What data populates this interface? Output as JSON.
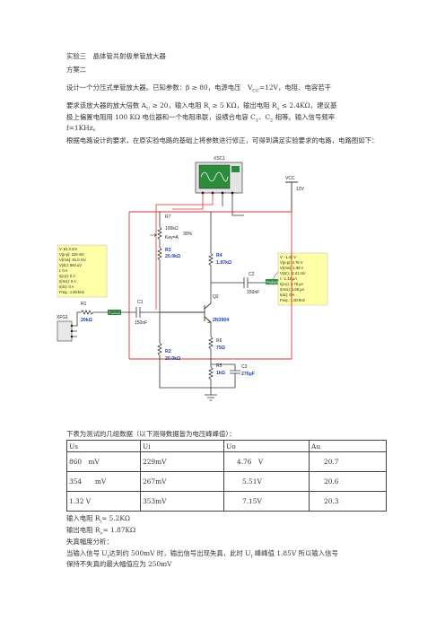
{
  "title": "实验三　晶体管共射极单管放大器",
  "subtitle": "方案二",
  "paragraph1": {
    "line1": "设计一个分压式单管放大器。已知参数：β ≥ 80，电源电压　V",
    "line1_sub": "CC",
    "line1_tail": "=12V，电阻、电容若干",
    "line2": "要求该放大器的放大倍数 A",
    "line2_sub": "U",
    "line2_mid1": " ≥ 20，输入电阻 R",
    "line2_sub2": "i",
    "line2_mid2": " ≥ 5 KΩ，输出电阻 R",
    "line2_sub3": "o",
    "line2_tail": " ≤ 2.4KΩ，建议基",
    "line3": "极上偏置电阻用 100 KΩ 电位器和一个电阻串联，设横合电容 C",
    "line3_sub1": "1",
    "line3_mid": "、C",
    "line3_sub2": "2",
    "line3_tail": " 相等。输入信号频率",
    "line4": "f=1KHz。"
  },
  "paragraph2": "根据电路设计的要求，在原实验电路的基础上将参数进行修正，可得到满足实验要求的电路，电路图如下：",
  "circuit": {
    "xsc_label": "XSC1",
    "xfg_label": "XFG1",
    "vcc_label": "VCC",
    "vcc_value": "12V",
    "r7_name": "R7",
    "r7_value": "100kΩ",
    "r7_key": "Key=A",
    "r7_percent": "30%",
    "r3_name": "R3",
    "r3_value": "20.0kΩ",
    "r4_name": "R4",
    "r4_value": "1.87kΩ",
    "c2_name": "C2",
    "c2_value": "150nF",
    "q_name": "Q2",
    "q_model": "2N3904",
    "r1_name": "R1",
    "r1_value": "20kΩ",
    "c1_name": "C1",
    "c1_value": "150nF",
    "r2_name": "R2",
    "r2_value": "20.0kΩ",
    "r6_name": "R6",
    "r6_value": "75Ω",
    "r5_name": "R5",
    "r5_value": "1kΩ",
    "c3_name": "C3",
    "c3_value": "270μF",
    "probe1_label": "Probe2",
    "probe2_label": "Probe1",
    "probe_left_lines": [
      "V: 81.3 mV",
      "V(p-p): 229 mV",
      "V(rms): 81.0 mV",
      "V(dc): 864 uV",
      "I: 0 A",
      "I(p-p): 0 A",
      "I(rms): 0 A",
      "I(dc): 0 A",
      "Freq.: 1.00 kHz"
    ],
    "probe_right_lines": [
      "V: -1.42 V",
      "V(p-p): 4.76 V",
      "V(rms): 1.69 V",
      "V(dc): -2.41 mV",
      "I: -1.42 μA",
      "I(p-p): 4.76 μA",
      "I(rms): 1.69 μA",
      "I(dc): 0 A",
      "Freq.: 1.00 kHz"
    ]
  },
  "table_caption": "下表为测试的几组数据（以下测得数据皆为电压峰峰值）：",
  "table": {
    "headers": [
      "Us",
      "Ui",
      "Uo",
      "Au"
    ],
    "rows": [
      [
        "860　mV",
        "229mV",
        "4.76　V",
        "20.7"
      ],
      [
        "354　　mV",
        "267mV",
        "5.51V",
        "20.6"
      ],
      [
        "1.32 V",
        "353mV",
        "7.15V",
        "20.3"
      ]
    ]
  },
  "ri_line": "输入电阻 R",
  "ri_sub": "i",
  "ri_value": "≈ 5.2KΩ",
  "ro_line": "输出电阻 R",
  "ro_sub": "o",
  "ro_value": "≈ 1.87KΩ",
  "distortion_title": "失真幅度分析：",
  "distortion_text": "当输入信号 U",
  "distortion_sub": "I",
  "distortion_text2": "达到约 500mV 时，输出信号出现失真，此时 U",
  "distortion_sub2": "I",
  "distortion_text3": " 峰峰值 1.85V 所以输入信号",
  "distortion_line2": "保持不失真的最大幅值应为 250mV",
  "colors": {
    "wire": "#e03030",
    "probe_box": "#ffffa8",
    "scope_green": "#2b8c3b",
    "value_blue": "#1a3fae"
  }
}
